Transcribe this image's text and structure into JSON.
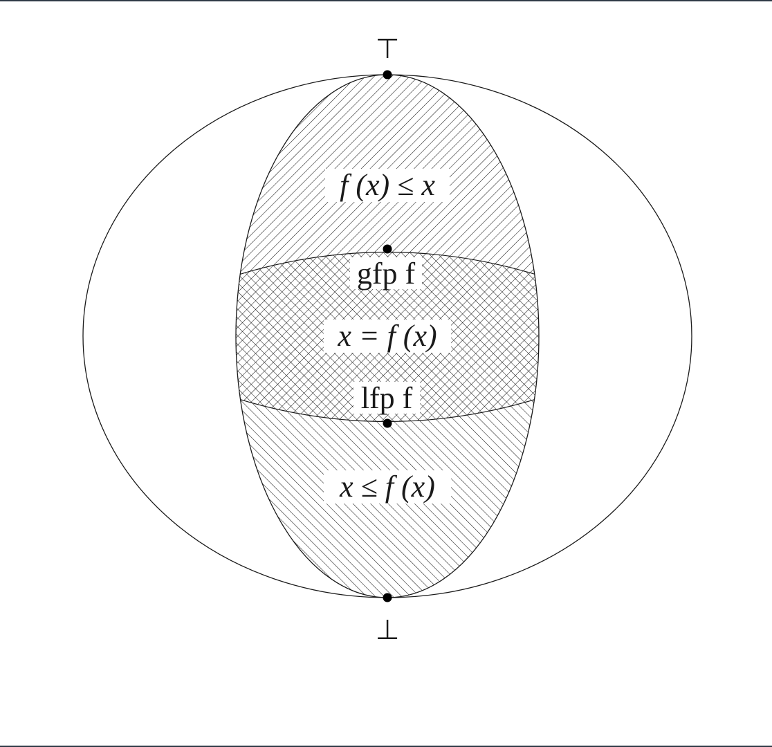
{
  "diagram": {
    "top_symbol": "⊤",
    "bottom_symbol": "⊥",
    "labels": {
      "prefixed_points": "f (x) ≤ x",
      "gfp": "gfp f",
      "fixed_points": "x = f (x)",
      "lfp": "lfp f",
      "postfixed_points": "x ≤ f (x)"
    },
    "colors": {
      "stroke": "#1a1a1a",
      "hatch": "#1a1a1a",
      "label_bg": "#ffffff"
    }
  }
}
